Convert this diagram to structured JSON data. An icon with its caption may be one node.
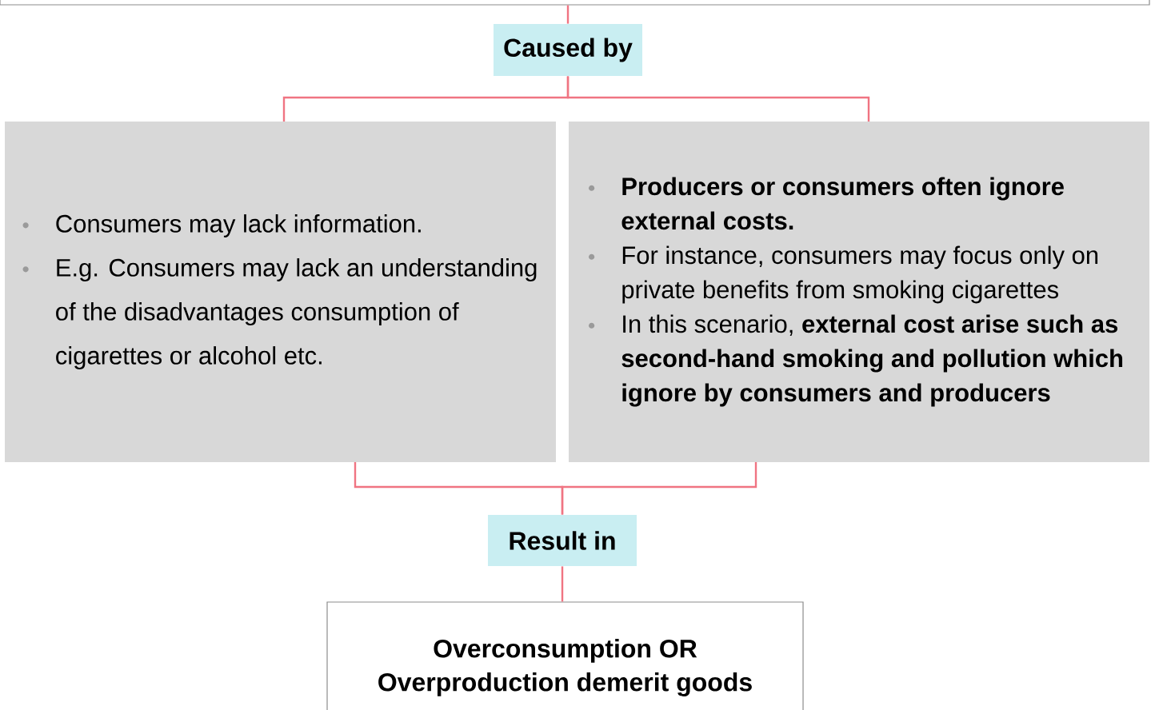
{
  "diagram": {
    "nodes": [
      {
        "text": [],
        "shape": "box"
      },
      {
        "text": [
          "Caused by"
        ]
      },
      {
        "text": [
          "Consumers may lack information.",
          "E.g. Consumers may lack an understanding of the disadvantages consumption of cigarettes or alcohol etc."
        ]
      },
      {
        "text": [
          "Producers or consumers often ignore external costs.",
          "For instance, consumers may focus only on private benefits from smoking cigarettes",
          "In this scenario, **external cost arise such as second-hand smoking and pollution which ignore by consumers and producers**"
        ]
      },
      {
        "text": [
          "Result in"
        ]
      },
      {
        "text": [
          "Overconsumption OR Overproduction demerit goods"
        ]
      }
    ],
    "edges": [
      {
        "from": 0,
        "to": 1,
        "arrow": "none"
      },
      {
        "from": 1,
        "to": 2,
        "arrow": "none"
      },
      {
        "from": 1,
        "to": 3,
        "arrow": "none"
      },
      {
        "from": 2,
        "to": 4,
        "arrow": "none"
      },
      {
        "from": 3,
        "to": 4,
        "arrow": "none"
      },
      {
        "from": 4,
        "to": 5,
        "arrow": "none"
      }
    ]
  }
}
